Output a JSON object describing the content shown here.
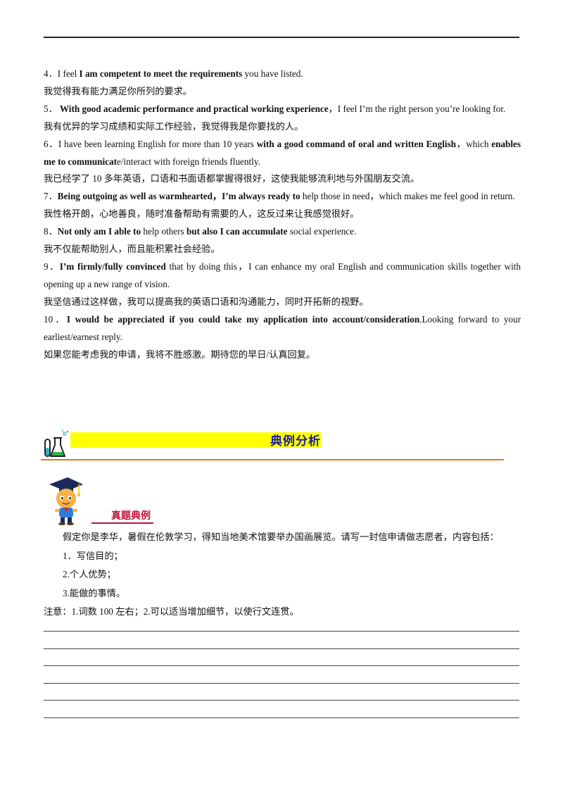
{
  "items": [
    {
      "num": "4．",
      "segments": [
        {
          "t": "I feel  ",
          "b": false
        },
        {
          "t": "I am competent to meet the requirements",
          "b": true
        },
        {
          "t": "  you have listed.",
          "b": false
        }
      ],
      "translation": "我觉得我有能力满足你所列的要求。"
    },
    {
      "num": "5．",
      "segments": [
        {
          "t": " With good academic performance and practical working experience",
          "b": true
        },
        {
          "t": "，I feel I’m the right person you’re looking for.",
          "b": false
        }
      ],
      "translation": "我有优异的学习成绩和实际工作经验，我觉得我是你要找的人。"
    },
    {
      "num": "6．",
      "segments": [
        {
          "t": "I have been learning English for more than 10 years  ",
          "b": false
        },
        {
          "t": "with a good command of oral and written English",
          "b": true
        },
        {
          "t": "，which ",
          "b": false
        },
        {
          "t": "enables me to communicat",
          "b": true
        },
        {
          "t": "e/interact with foreign friends fluently.",
          "b": false
        }
      ],
      "translation": "我已经学了 10 多年英语，口语和书面语都掌握得很好，这使我能够流利地与外国朋友交流。"
    },
    {
      "num": "7．",
      "segments": [
        {
          "t": "Being outgoing as well as warmhearted，I’m always ready to",
          "b": true
        },
        {
          "t": "  help those in need，which makes me feel good in return.",
          "b": false
        }
      ],
      "translation": "我性格开朗，心地善良，随时准备帮助有需要的人，这反过来让我感觉很好。"
    },
    {
      "num": "8．",
      "segments": [
        {
          "t": "Not only am I able to",
          "b": true
        },
        {
          "t": "  help others  ",
          "b": false
        },
        {
          "t": "but also I can accumulate",
          "b": true
        },
        {
          "t": "  social experience.",
          "b": false
        }
      ],
      "translation": "我不仅能帮助别人，而且能积累社会经验。"
    },
    {
      "num": "9．",
      "segments": [
        {
          "t": "I’m firmly/fully  convinced",
          "b": true
        },
        {
          "t": "  that by doing this，I can enhance my oral English and communication skills together with opening up a new range of vision.",
          "b": false
        }
      ],
      "translation": "我坚信通过这样做，我可以提高我的英语口语和沟通能力，同时开拓新的视野。"
    },
    {
      "num": "10．",
      "segments": [
        {
          "t": "I would be appreciated if you could take my application into account/consideration",
          "b": true
        },
        {
          "t": ".Looking forward to your earliest/earnest reply.",
          "b": false
        }
      ],
      "translation": "如果您能考虑我的申请，我将不胜感激。期待您的早日/认真回复。"
    }
  ],
  "section": {
    "title": "典例分析",
    "icon": "lab-flask-icon",
    "bar_color": "#ffff00",
    "title_color": "#1a1aa8",
    "line_color": "#e0791a"
  },
  "example": {
    "label": "真题典例",
    "label_color": "#c0143c",
    "mascot": "graduate-mascot-icon",
    "prompt": "假定你是李华，暑假在伦敦学习，得知当地美术馆要举办国画展览。请写一封信申请做志愿者，内容包括：",
    "points": [
      "1．写信目的；",
      "2.个人优势；",
      "3.能做的事情。"
    ],
    "note": "注意：1.词数 100 左右；2.可以适当增加细节，以使行文连贯。",
    "answer_line_count": 6
  }
}
